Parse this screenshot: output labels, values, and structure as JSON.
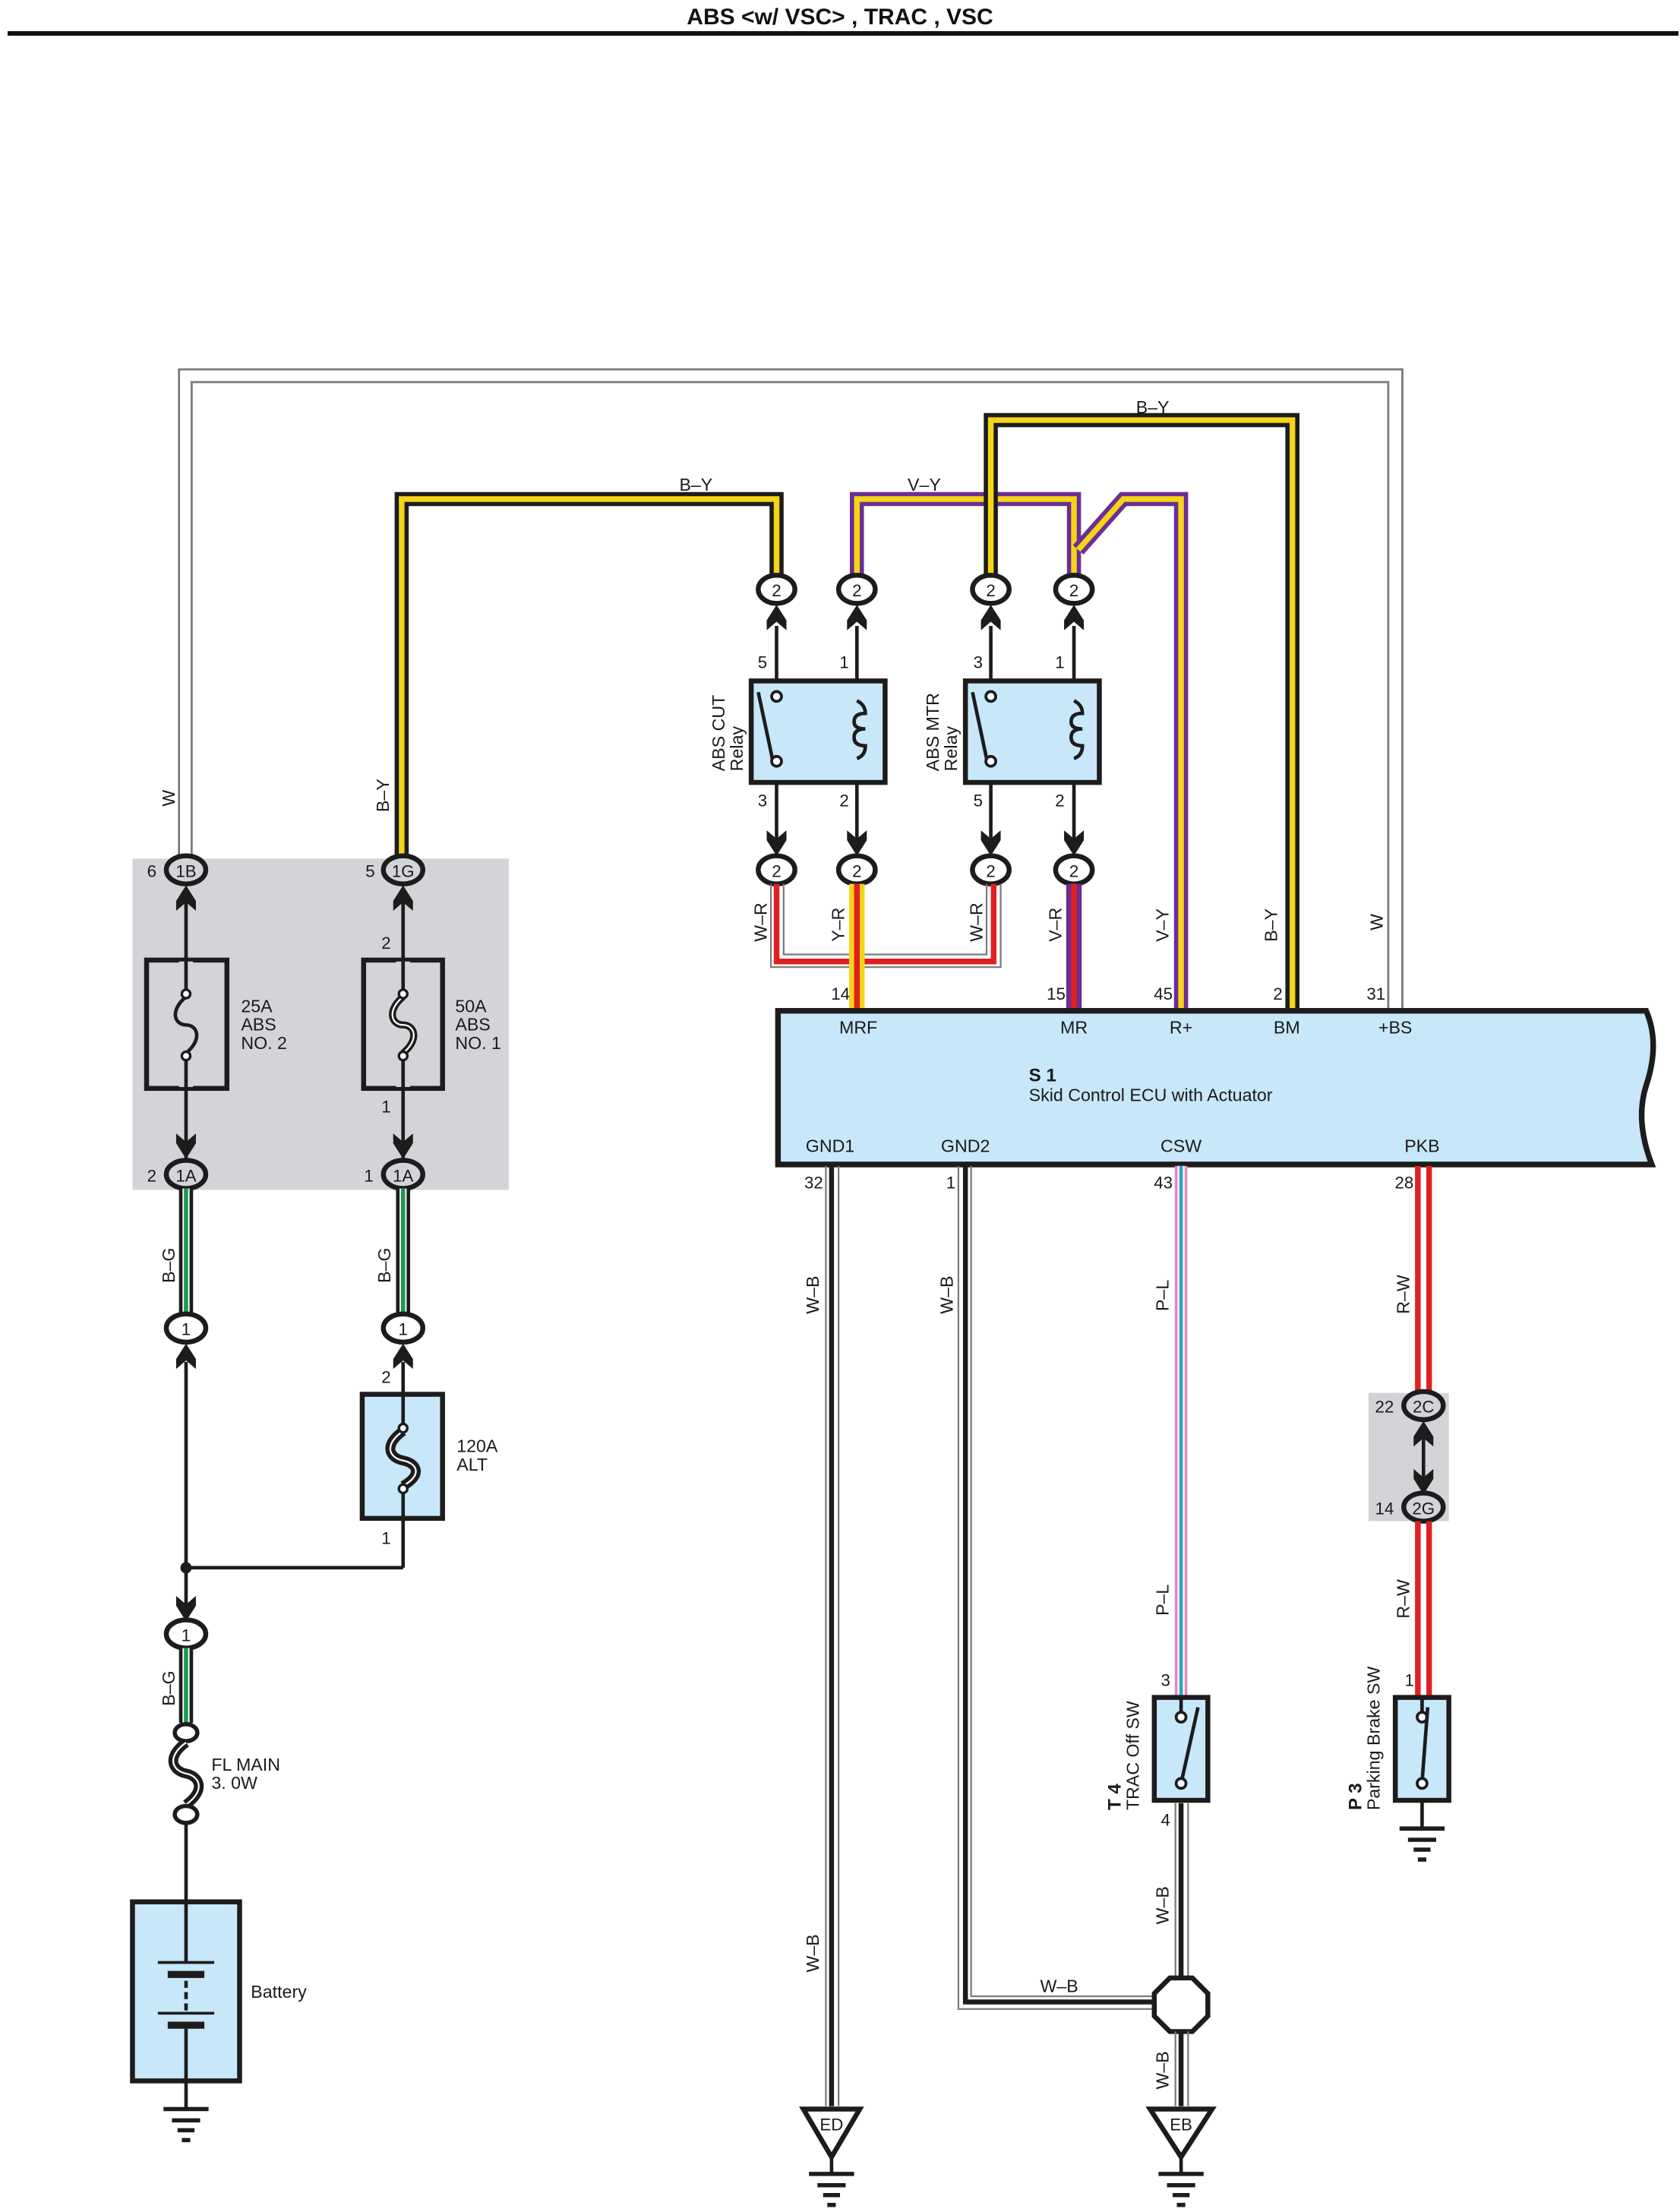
{
  "title": "ABS <w/ VSC> , TRAC , VSC",
  "colors": {
    "black": "#1c1c1c",
    "yellow": "#f5d516",
    "violet": "#6a2f92",
    "red": "#e02020",
    "green": "#1a9a52",
    "pink": "#e58bbd",
    "blue": "#2aa3d6",
    "component_fill": "#c8e7f8",
    "junction_block_fill": "#d2d4d7",
    "white_wire_outline": "#7a7a7a"
  },
  "wires": {
    "w_top": "W",
    "by_left_top": "B–Y",
    "by_left_vertical": "B–Y",
    "vy_top": "V–Y",
    "by_right_top": "B–Y",
    "bg_left": "B–G",
    "bg_right": "B–G",
    "bg_lower": "B–G",
    "wr_1": "W–R",
    "yr": "Y–R",
    "wr_2": "W–R",
    "vr": "V–R",
    "vy_ecu": "V–Y",
    "by_ecu": "B–Y",
    "w_ecu": "W",
    "wb_gnd1_upper": "W–B",
    "wb_gnd1_lower": "W–B",
    "wb_gnd2": "W–B",
    "pl_upper": "P–L",
    "pl_lower": "P–L",
    "rw_upper": "R–W",
    "rw_lower": "R–W",
    "wb_t4": "W–B",
    "wb_splice": "W–B",
    "wb_eb": "W–B"
  },
  "connectors": {
    "relay_top": [
      "2",
      "2",
      "2",
      "2"
    ],
    "relay_bottom": [
      "2",
      "2",
      "2",
      "2"
    ],
    "c1b": {
      "id": "1B",
      "pin": "6"
    },
    "c1g": {
      "id": "1G",
      "pin": "5"
    },
    "c1a_left": {
      "id": "1A",
      "pin": "2"
    },
    "c1a_right": {
      "id": "1A",
      "pin": "1"
    },
    "c1_left": "1",
    "c1_right": "1",
    "c1_lower": "1",
    "c2c": {
      "id": "2C",
      "pin": "22"
    },
    "c2g": {
      "id": "2G",
      "pin": "14"
    }
  },
  "fuses": {
    "abs2": {
      "rating": "25A",
      "name_line1": "ABS",
      "name_line2": "NO. 2"
    },
    "abs1": {
      "rating": "50A",
      "name_line1": "ABS",
      "name_line2": "NO. 1",
      "pin_top": "2",
      "pin_bottom": "1"
    },
    "alt": {
      "rating": "120A",
      "name": "ALT",
      "pin_top": "2",
      "pin_bottom": "1"
    },
    "fl_main": {
      "line1": "FL MAIN",
      "line2": "3. 0W"
    }
  },
  "relays": {
    "abs_cut": {
      "line1": "ABS CUT",
      "line2": "Relay",
      "pins": {
        "tl": "5",
        "tr": "1",
        "bl": "3",
        "br": "2"
      }
    },
    "abs_mtr": {
      "line1": "ABS MTR",
      "line2": "Relay",
      "pins": {
        "tl": "3",
        "tr": "1",
        "bl": "5",
        "br": "2"
      }
    }
  },
  "ecu": {
    "code": "S 1",
    "name": "Skid Control ECU with Actuator",
    "top_pins": [
      {
        "name": "MRF",
        "num": "14"
      },
      {
        "name": "MR",
        "num": "15"
      },
      {
        "name": "R+",
        "num": "45"
      },
      {
        "name": "BM",
        "num": "2"
      },
      {
        "name": "+BS",
        "num": "31"
      }
    ],
    "bottom_pins": [
      {
        "name": "GND1",
        "num": "32"
      },
      {
        "name": "GND2",
        "num": "1"
      },
      {
        "name": "CSW",
        "num": "43"
      },
      {
        "name": "PKB",
        "num": "28"
      }
    ]
  },
  "switches": {
    "t4": {
      "code": "T 4",
      "name": "TRAC Off SW",
      "pin_top": "3",
      "pin_bottom": "4"
    },
    "p3": {
      "code": "P 3",
      "name": "Parking Brake SW",
      "pin_top": "1"
    }
  },
  "battery": {
    "label": "Battery"
  },
  "grounds": {
    "ed": "ED",
    "eb": "EB"
  }
}
